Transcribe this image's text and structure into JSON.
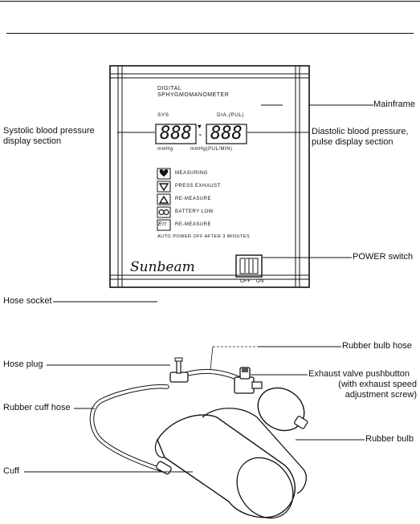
{
  "labels": {
    "mainframe": "Mainframe",
    "systolic_line1": "Systolic blood pressure",
    "systolic_line2": "display section",
    "diastolic_line1": "Diastolic blood pressure,",
    "diastolic_line2": "pulse display section",
    "power_switch": "POWER switch",
    "hose_socket": "Hose socket",
    "rubber_bulb_hose": "Rubber bulb hose",
    "hose_plug": "Hose plug",
    "exhaust_line1": "Exhaust valve pushbutton",
    "exhaust_line2": "(with exhaust speed",
    "exhaust_line3": "adjustment screw)",
    "rubber_cuff_hose": "Rubber cuff hose",
    "rubber_bulb": "Rubber bulb",
    "cuff": "Cuff"
  },
  "device": {
    "title_line1": "DIGITAL",
    "title_line2": "SPHYGMOMANOMETER",
    "sys_label": "SYS",
    "dia_label": "DIA.(PUL)",
    "digits_left": "888",
    "digits_right": "888",
    "unit_left": "mmHg",
    "unit_right": "mmHg(PUL/MIN)",
    "indicators": [
      {
        "icon": "heart-icon",
        "text": "MEASURING"
      },
      {
        "icon": "down-arrow-icon",
        "text": "PRESS EXHAUST"
      },
      {
        "icon": "up-arrow-icon",
        "text": "RE-MEASURE"
      },
      {
        "icon": "battery-icon",
        "text": "BATTERY LOW"
      },
      {
        "icon": "err-icon",
        "text": "RE-MEASURE"
      }
    ],
    "err_symbol": "Err",
    "auto_power": "AUTO POWER OFF AFTER 3 MINUTES",
    "brand": "Sunbeam",
    "switch_off": "OFF",
    "switch_on": "ON"
  }
}
